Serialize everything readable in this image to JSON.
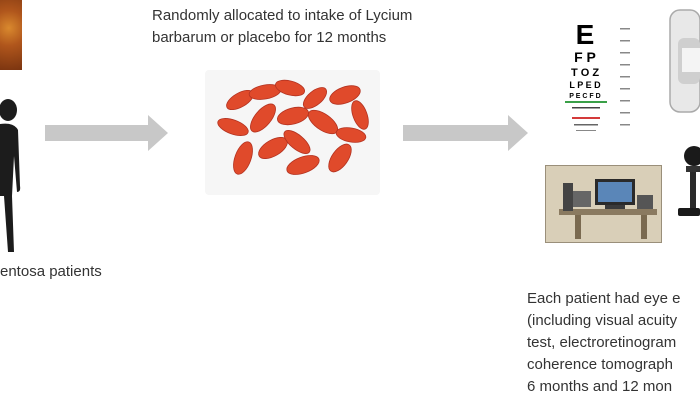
{
  "captions": {
    "patients": "entosa patients",
    "allocation_line1": "Randomly allocated to intake of Lycium",
    "allocation_line2": "barbarum or placebo for 12 months",
    "exam_line1": "Each patient had eye e",
    "exam_line2": "(including visual acuity",
    "exam_line3": "test, electroretinogram",
    "exam_line4": "coherence tomograph",
    "exam_line5": "6 months and 12 mon"
  },
  "eye_chart_letters": {
    "row1": "E",
    "row2": "F P",
    "row3": "T O Z",
    "row4": "L P E D",
    "row5": "P E C F D"
  },
  "colors": {
    "arrow": "#c8c8c8",
    "berry": "#e04a2b",
    "berry_dark": "#b33220",
    "text": "#333333",
    "chart_green": "#3aa048",
    "chart_red": "#d43a3a"
  }
}
